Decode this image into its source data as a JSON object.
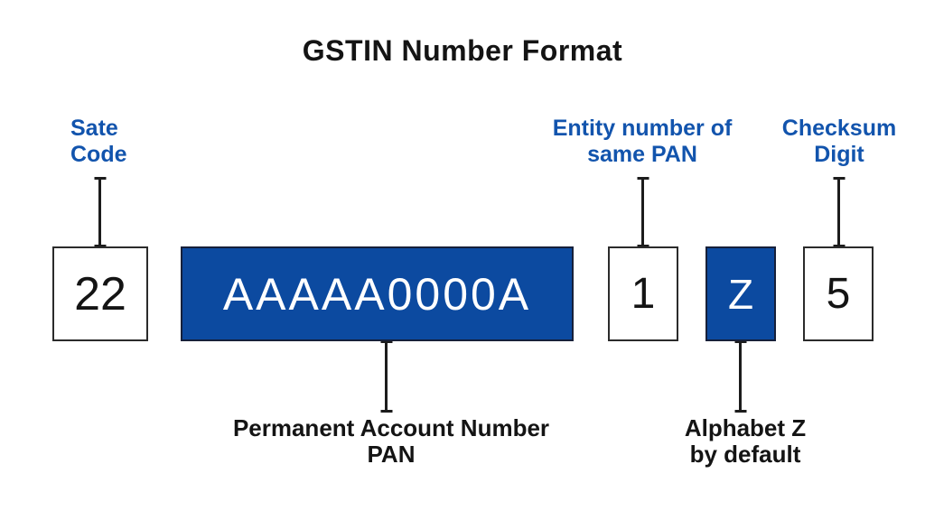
{
  "title": "GSTIN Number Format",
  "boxes": {
    "state_code": "22",
    "pan": "AAAAA0000A",
    "entity": "1",
    "z": "Z",
    "checksum": "5"
  },
  "annotations": {
    "state_code": {
      "line1": "Sate",
      "line2": "Code"
    },
    "entity": {
      "line1": "Entity number of",
      "line2": "same PAN"
    },
    "checksum": {
      "line1": "Checksum",
      "line2": "Digit"
    },
    "pan": {
      "line1": "Permanent Account Number",
      "line2": "PAN"
    },
    "z_default": {
      "line1": "Alphabet Z",
      "line2": "by default"
    }
  },
  "colors": {
    "background": "#ffffff",
    "label_blue": "#1254ad",
    "box_blue": "#0c4aa0",
    "blue_box_border": "#16203a",
    "box_border": "#2b2b2b",
    "text_black": "#141414",
    "line_color": "#1c1c1c"
  }
}
